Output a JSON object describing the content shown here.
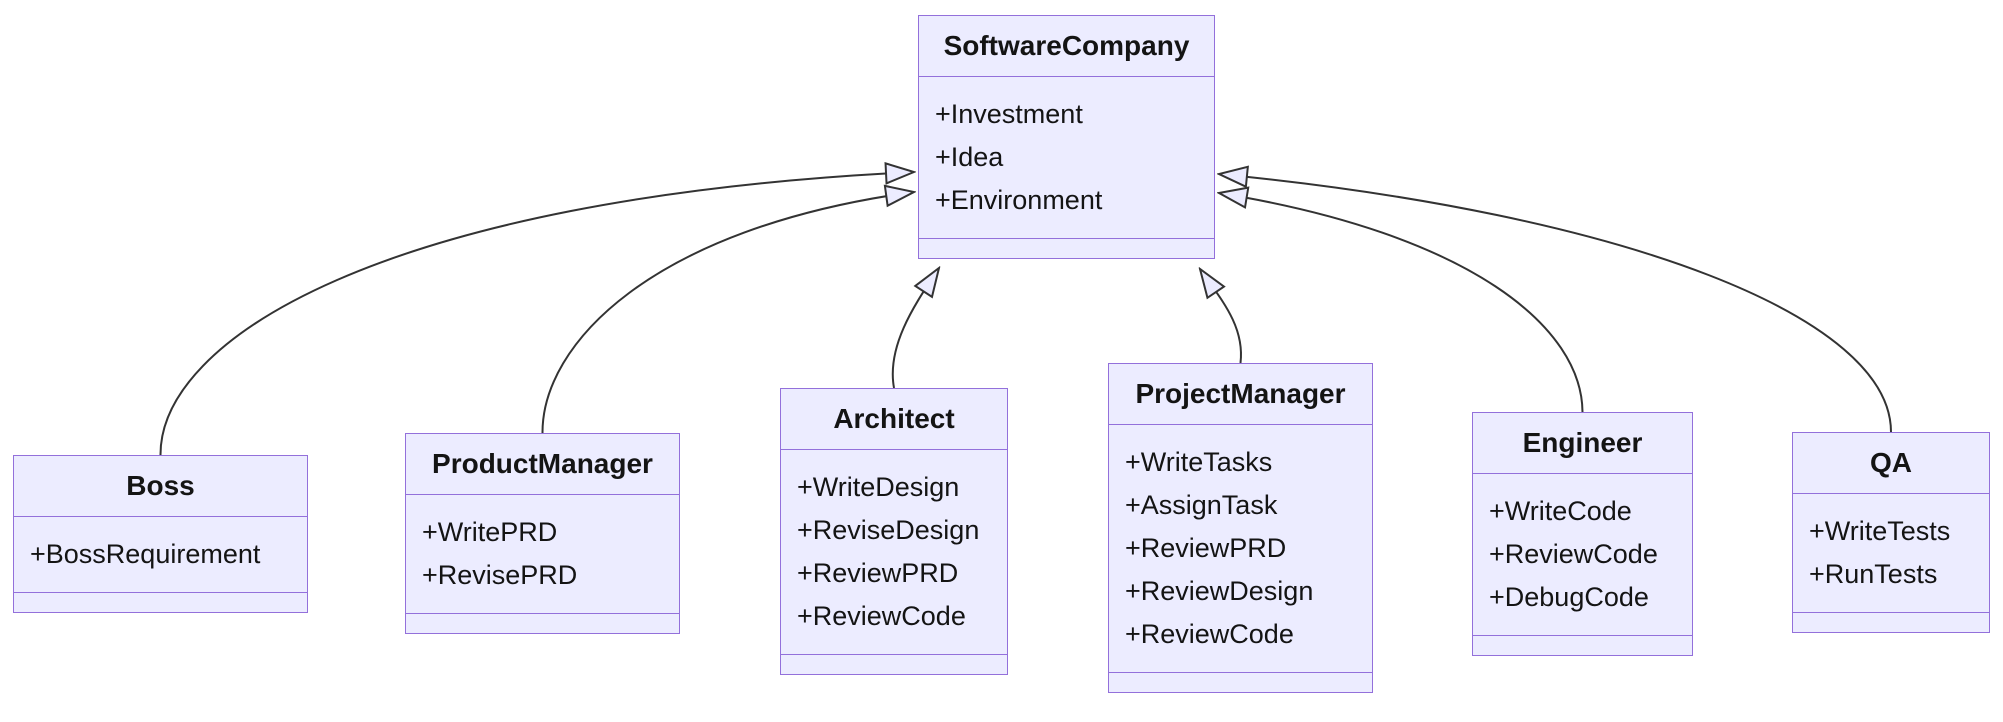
{
  "diagram": {
    "kind": "uml-class-diagram",
    "colors": {
      "node_fill": "#ECECFF",
      "node_border": "#9370DB",
      "edge_line": "#333333",
      "text": "#141414",
      "background": "#ffffff"
    },
    "classes": [
      {
        "name": "SoftwareCompany",
        "members": [
          "+Investment",
          "+Idea",
          "+Environment"
        ]
      },
      {
        "name": "Boss",
        "members": [
          "+BossRequirement"
        ]
      },
      {
        "name": "ProductManager",
        "members": [
          "+WritePRD",
          "+RevisePRD"
        ]
      },
      {
        "name": "Architect",
        "members": [
          "+WriteDesign",
          "+ReviseDesign",
          "+ReviewPRD",
          "+ReviewCode"
        ]
      },
      {
        "name": "ProjectManager",
        "members": [
          "+WriteTasks",
          "+AssignTask",
          "+ReviewPRD",
          "+ReviewDesign",
          "+ReviewCode"
        ]
      },
      {
        "name": "Engineer",
        "members": [
          "+WriteCode",
          "+ReviewCode",
          "+DebugCode"
        ]
      },
      {
        "name": "QA",
        "members": [
          "+WriteTests",
          "+RunTests"
        ]
      }
    ],
    "relations": [
      {
        "from": "Boss",
        "to": "SoftwareCompany",
        "type": "inheritance"
      },
      {
        "from": "ProductManager",
        "to": "SoftwareCompany",
        "type": "inheritance"
      },
      {
        "from": "Architect",
        "to": "SoftwareCompany",
        "type": "inheritance"
      },
      {
        "from": "ProjectManager",
        "to": "SoftwareCompany",
        "type": "inheritance"
      },
      {
        "from": "Engineer",
        "to": "SoftwareCompany",
        "type": "inheritance"
      },
      {
        "from": "QA",
        "to": "SoftwareCompany",
        "type": "inheritance"
      }
    ]
  }
}
